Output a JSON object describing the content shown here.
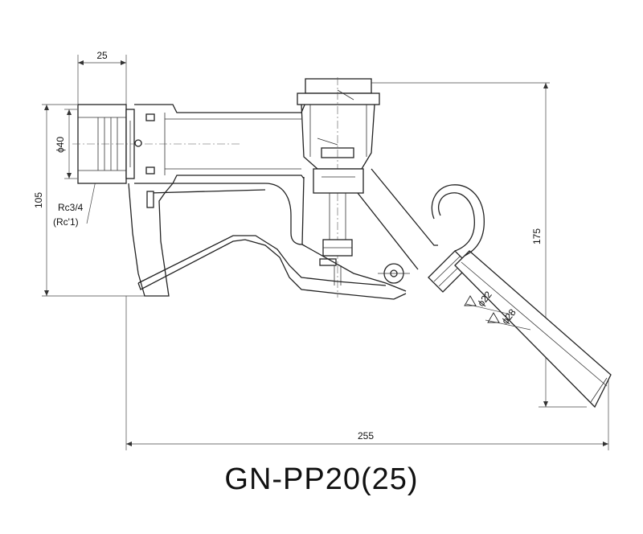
{
  "title": "GN-PP20(25)",
  "dimensions": {
    "inlet_length": "25",
    "inlet_diameter": "ϕ40",
    "height_left": "105",
    "thread_main": "Rc3/4",
    "thread_alt": "(Rc'1)",
    "height_right": "175",
    "total_length": "255",
    "spout_diameter_inner": "ϕ22",
    "spout_diameter_outer": "ϕ28"
  },
  "symbols": {
    "tolerance_mark": "triangle-mark"
  }
}
